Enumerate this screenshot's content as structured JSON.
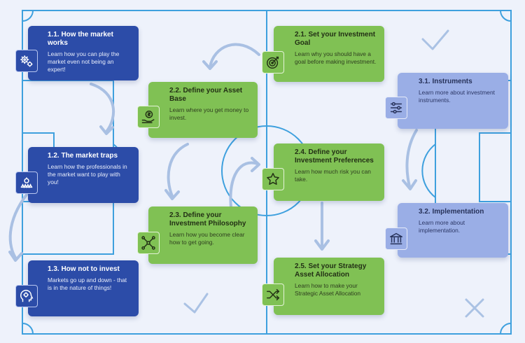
{
  "colors": {
    "pitch_lines": "#3ea0de",
    "arrows": "#a9c0e3",
    "blue_card": "#2c4ca8",
    "green_card": "#80c154",
    "light_card": "#9aaee6"
  },
  "steps": [
    {
      "id": "s11",
      "title": "1.1. How the market works",
      "desc": "Learn how you can play the market even not being an expert!",
      "icon": "gears-icon"
    },
    {
      "id": "s12",
      "title": "1.2. The market traps",
      "desc": "Learn how the professionals in the market want to play with you!",
      "icon": "trap-icon"
    },
    {
      "id": "s13",
      "title": "1.3. How not to invest",
      "desc": "Markets go up and down - that is in the nature of things!",
      "icon": "head-gears-icon"
    },
    {
      "id": "s21",
      "title": "2.1. Set your Investment Goal",
      "desc": "Learn why you should have a goal before making investment.",
      "icon": "target-icon"
    },
    {
      "id": "s22",
      "title": "2.2. Define your Asset Base",
      "desc": "Learn where you get money to invest.",
      "icon": "money-hand-icon"
    },
    {
      "id": "s23",
      "title": "2.3. Define your Investment Philosophy",
      "desc": "Learn how you become clear how to get going.",
      "icon": "network-icon"
    },
    {
      "id": "s24",
      "title": "2.4. Define your Investment Preferences",
      "desc": "Learn how much risk you can take.",
      "icon": "star-icon"
    },
    {
      "id": "s25",
      "title": "2.5. Set your Strategy Asset Allocation",
      "desc": "Learn how to make your Strategic Asset Allocation",
      "icon": "shuffle-icon"
    },
    {
      "id": "s31",
      "title": "3.1. Instruments",
      "desc": "Learn more about investment instruments.",
      "icon": "sliders-icon"
    },
    {
      "id": "s32",
      "title": "3.2. Implementation",
      "desc": "Learn more about implementation.",
      "icon": "bank-icon"
    }
  ]
}
